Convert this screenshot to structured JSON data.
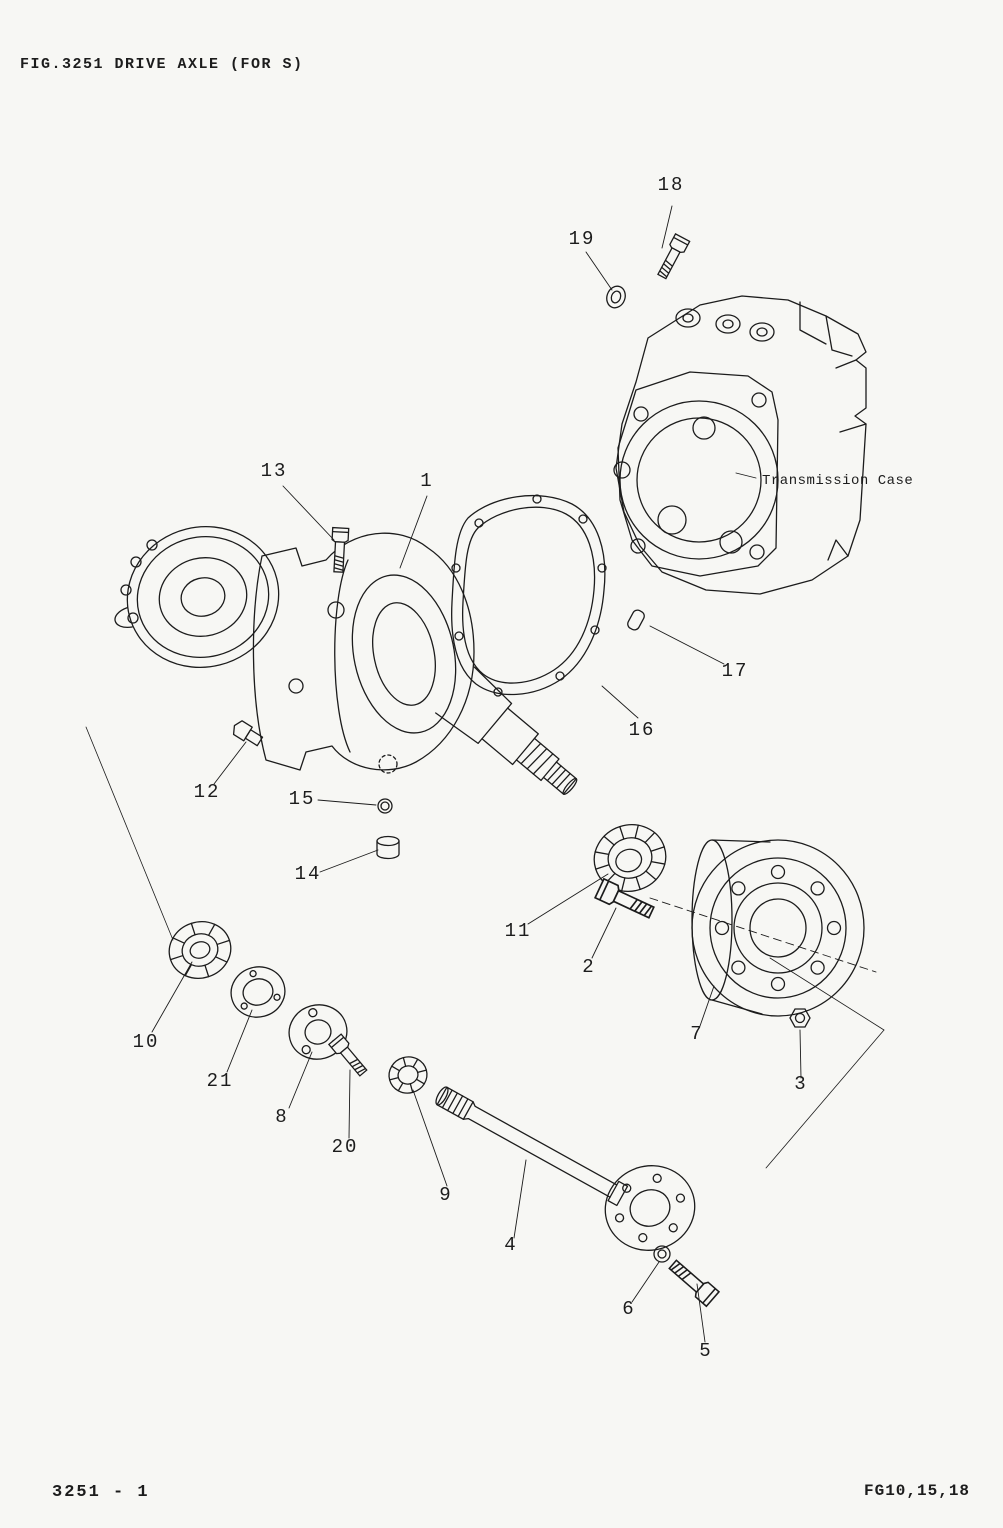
{
  "figure": {
    "title": "FIG.3251   DRIVE AXLE (FOR S)",
    "footer_left": "3251 - 1",
    "footer_right": "FG10,15,18"
  },
  "diagram": {
    "annotation_transmission_case": "Transmission Case",
    "callouts": [
      {
        "label": "1"
      },
      {
        "label": "2"
      },
      {
        "label": "3"
      },
      {
        "label": "4"
      },
      {
        "label": "5"
      },
      {
        "label": "6"
      },
      {
        "label": "7"
      },
      {
        "label": "8"
      },
      {
        "label": "9"
      },
      {
        "label": "10"
      },
      {
        "label": "11"
      },
      {
        "label": "12"
      },
      {
        "label": "13"
      },
      {
        "label": "14"
      },
      {
        "label": "15"
      },
      {
        "label": "16"
      },
      {
        "label": "17"
      },
      {
        "label": "18"
      },
      {
        "label": "19"
      },
      {
        "label": "20"
      },
      {
        "label": "21"
      }
    ]
  },
  "colors": {
    "ink": "#1c1c1c",
    "paper": "#f7f7f4"
  }
}
